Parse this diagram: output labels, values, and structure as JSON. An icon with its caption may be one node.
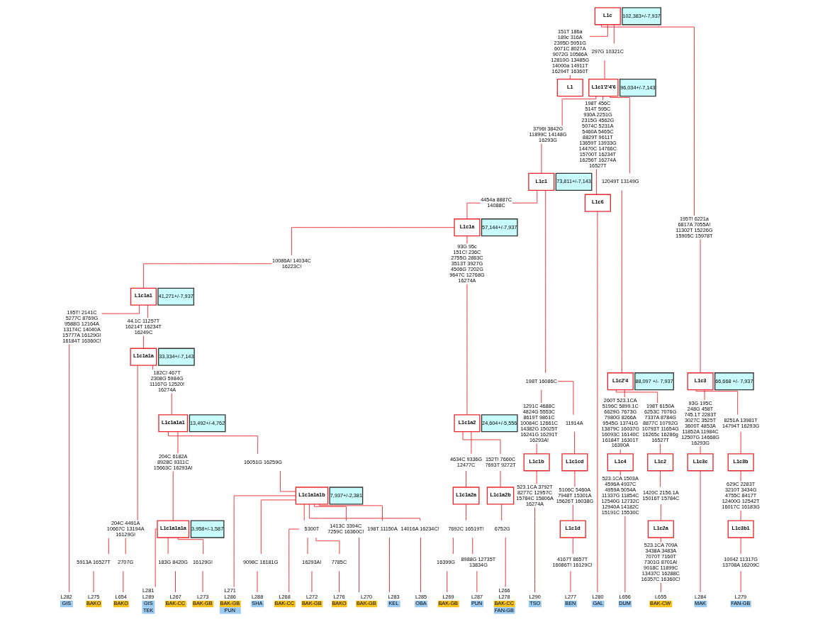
{
  "diagram": {
    "nodes": [
      {
        "text": [
          "L1c"
        ],
        "beside": [
          "102,383+/-7,937"
        ]
      },
      {
        "text": [
          "151T 186a 189c 316A 2395D 5951G 6071C 8027A 9072G 10586A 12810G 13485G 14000a 14911T 16294T 16360T"
        ]
      },
      {
        "text": [
          "L1"
        ]
      },
      {
        "text": [
          "297G 10321C"
        ]
      },
      {
        "text": [
          "L1c1'2'4'6"
        ],
        "beside": [
          "96,034+/-7,143"
        ]
      },
      {
        "text": [
          "3796t 3842G 11899C 14148G 16293G"
        ]
      },
      {
        "text": [
          "L1c1"
        ],
        "beside": [
          "73,811+/-7,143"
        ]
      },
      {
        "text": [
          "4454a 8887C 14088C"
        ]
      },
      {
        "text": [
          "L1c1a"
        ],
        "beside": [
          "57,144+/-7,937"
        ]
      },
      {
        "text": [
          "10086A! 14034C 16223C!"
        ]
      },
      {
        "text": [
          "L1c1a1"
        ],
        "beside": [
          "41,271+/-7,937"
        ]
      },
      {
        "text": [
          "195T! 2141C 5277C 8769G 9588G 12164A 13174C 14040A 15777A 16129G! 16184T 16360C!"
        ]
      },
      {
        "text": [
          "L282",
          "GIS"
        ]
      },
      {
        "text": [
          "44.1C 11257T 16214T 16234T 16249C"
        ]
      },
      {
        "text": [
          "L1c1a1a"
        ],
        "beside": [
          "33,334+/-7,143"
        ]
      },
      {
        "text": [
          "204C 4491A 10667C 13194A 16129G!"
        ]
      },
      {
        "text": [
          "5913A 16527T"
        ]
      },
      {
        "text": [
          "L275",
          "BAKO"
        ]
      },
      {
        "text": [
          "2707G"
        ]
      },
      {
        "text": [
          "L654",
          "BAKO"
        ]
      },
      {
        "text": [
          "182C! 467T 2308G 5984G 11167G 12520! 16274A"
        ]
      },
      {
        "text": [
          "L1c1a1a1"
        ],
        "beside": [
          "13,492+/-4,762"
        ]
      },
      {
        "text": [
          "204C 6182A 8928C 9311C 15663C 16293A!"
        ]
      },
      {
        "text": [
          "L1c1a1a1a"
        ],
        "beside": [
          "3,958+/-1,587"
        ]
      },
      {
        "text": [
          "L281",
          "L289",
          "GIS",
          "TEK"
        ]
      },
      {
        "text": [
          "183G 8420G"
        ]
      },
      {
        "text": [
          "L267",
          "BAK-CC"
        ]
      },
      {
        "text": [
          "16129G!"
        ]
      },
      {
        "text": [
          "L273",
          "BAK-GB"
        ]
      },
      {
        "text": [
          "16051G 16259G"
        ]
      },
      {
        "text": [
          "L1c1a1a1b"
        ],
        "beside": [
          "7,937+/-2,381"
        ]
      },
      {
        "text": [
          "L271",
          "L286",
          "BAK-GB",
          "PUN"
        ]
      },
      {
        "text": [
          "9098C 16181G"
        ]
      },
      {
        "text": [
          "L288",
          "SHA"
        ]
      },
      {
        "text": [
          "5300T"
        ]
      },
      {
        "text": [
          "L268",
          "BAK-CC"
        ]
      },
      {
        "text": [
          "16293A!"
        ]
      },
      {
        "text": [
          "L272",
          "BAK-GB"
        ]
      },
      {
        "text": [
          "7785C"
        ]
      },
      {
        "text": [
          "L276",
          "BAKO"
        ]
      },
      {
        "text": [
          "1413C 3394C 7259C 16360C!"
        ]
      },
      {
        "text": [
          "L270",
          "BAK-GB"
        ]
      },
      {
        "text": [
          "198T 11150A"
        ]
      },
      {
        "text": [
          "L283",
          "KEL"
        ]
      },
      {
        "text": [
          "14016A 16234C!"
        ]
      },
      {
        "text": [
          "L285",
          "OBA"
        ]
      },
      {
        "text": [
          "93G 95c 151C! 236C 2755G 2863C 3513T 3927G 4506G 7202G 9647C 12768G 16274A"
        ]
      },
      {
        "text": [
          "L1c1a2"
        ],
        "beside": [
          "24,604+/-5,556"
        ]
      },
      {
        "text": [
          "4634C 9336G 12477C"
        ]
      },
      {
        "text": [
          "L1c1a2a"
        ]
      },
      {
        "text": [
          "7692C 16519T!"
        ]
      },
      {
        "text": [
          "16399G"
        ]
      },
      {
        "text": [
          "L269",
          "BAK-GB"
        ]
      },
      {
        "text": [
          "8988G 12735T 13834G"
        ]
      },
      {
        "text": [
          "L287",
          "PUN"
        ]
      },
      {
        "text": [
          "152T! 7660C 7693T 9272T"
        ]
      },
      {
        "text": [
          "L1c1a2b"
        ]
      },
      {
        "text": [
          "6752G"
        ]
      },
      {
        "text": [
          "L266",
          "L278",
          "BAK-CC",
          "FAN-GB"
        ]
      },
      {
        "text": [
          "198T 16086C"
        ]
      },
      {
        "text": [
          "1291C 4688C 4824G 5553C 8619T 9861C 10084C 12661C 14382G 15025T 16241G 16291T 16293A!"
        ]
      },
      {
        "text": [
          "L1c1b"
        ]
      },
      {
        "text": [
          "523.1CA 3792T 8277C 12957C 15784C 15806A 16274A"
        ]
      },
      {
        "text": [
          "L290",
          "TSO"
        ]
      },
      {
        "text": [
          "11914A"
        ]
      },
      {
        "text": [
          "L1c1cd"
        ]
      },
      {
        "text": [
          "5106C 5460A 7948T 15301A 15626T 16038G"
        ]
      },
      {
        "text": [
          "L1c1d"
        ]
      },
      {
        "text": [
          "4167T 8657T 16086T! 16129C!"
        ]
      },
      {
        "text": [
          "L277",
          "BEN"
        ]
      },
      {
        "text": [
          "198T 456C 514T 595C 930A 2251G 2315G 4562G 5074C 5231A 5460A 5465C 8829T 9611T 13659T 13933G 14470C 14766C 15700T 16234T 16256T 16274A 16527T"
        ]
      },
      {
        "text": [
          "L1c6"
        ]
      },
      {
        "text": [
          "L280",
          "GAL"
        ]
      },
      {
        "text": [
          "12049T 13149G"
        ]
      },
      {
        "text": [
          "L1c2'4"
        ],
        "beside": [
          "88,097 +/- 7,937"
        ]
      },
      {
        "text": [
          "260T 523.1CA 5196C 5899.1C 6629G 7673G 7980G 8266A 9545G 13741G 13879C 16037G 16093C 16140C 16184T 16301T 16390A"
        ]
      },
      {
        "text": [
          "L1c4"
        ]
      },
      {
        "text": [
          "523.1CA 1503A 4596A 4937C 4959A 5054A 11337G 11854C 12540G 12732C 12940A 14182C 15191C 15530C"
        ]
      },
      {
        "text": [
          "L656",
          "DUM"
        ]
      },
      {
        "text": [
          "198T 6150A 6253C 7076G 7337A 8784G 8877C 10792G 10793T 11654G 16265c 16286g 16527T"
        ]
      },
      {
        "text": [
          "L1c2"
        ]
      },
      {
        "text": [
          "1420C 2156.1A 15016T 15784C"
        ]
      },
      {
        "text": [
          "L1c2a"
        ]
      },
      {
        "text": [
          "523.1CA 709A 3438A 3483A 7070T 7160T 7301G 8701A! 9018C 11899C 13437C 16288C 16357C 16360C!"
        ]
      },
      {
        "text": [
          "L655",
          "BAK-CW"
        ]
      },
      {
        "text": [
          "195T! 6221a 6817A 7055A! 11302T 15226G 15905C 15978T"
        ]
      },
      {
        "text": [
          "L1c3"
        ],
        "beside": [
          "66,668 +/- 7,937"
        ]
      },
      {
        "text": [
          "93G 195C 248G 458T 745.1T 2283T 3027C 3525T 3600T 4853A 11852A 11984C 12507G 14668G 16293G"
        ]
      },
      {
        "text": [
          "L1c3c"
        ]
      },
      {
        "text": [
          "L284",
          "MAK"
        ]
      },
      {
        "text": [
          "8251A 13981T 14794T 16293G"
        ]
      },
      {
        "text": [
          "L1c3b"
        ]
      },
      {
        "text": [
          "629C 2283T 3210T 3434G 4755C 8417T 12400G 12542T 16017C 16183G"
        ]
      },
      {
        "text": [
          "L1c3b1"
        ]
      },
      {
        "text": [
          "10042 11317G 13708A 16209C"
        ]
      },
      {
        "text": [
          "L279",
          "FAN-GB"
        ]
      }
    ],
    "edges": [
      {
        "from": 0,
        "to": 1,
        "arrow": "none"
      },
      {
        "from": 1,
        "to": 2,
        "arrow": "none"
      },
      {
        "from": 0,
        "to": 3,
        "arrow": "none"
      },
      {
        "from": 3,
        "to": 4,
        "arrow": "none"
      },
      {
        "from": 4,
        "to": 5,
        "arrow": "none"
      },
      {
        "from": 5,
        "to": 6,
        "arrow": "none"
      },
      {
        "from": 6,
        "to": 7,
        "arrow": "none"
      },
      {
        "from": 7,
        "to": 8,
        "arrow": "none"
      },
      {
        "from": 8,
        "to": 9,
        "arrow": "none"
      },
      {
        "from": 9,
        "to": 10,
        "arrow": "none"
      },
      {
        "from": 10,
        "to": 11,
        "arrow": "none"
      },
      {
        "from": 11,
        "to": 12,
        "arrow": "none"
      },
      {
        "from": 10,
        "to": 13,
        "arrow": "none"
      },
      {
        "from": 13,
        "to": 14,
        "arrow": "none"
      },
      {
        "from": 14,
        "to": 15,
        "arrow": "none"
      },
      {
        "from": 15,
        "to": 16,
        "arrow": "none"
      },
      {
        "from": 16,
        "to": 17,
        "arrow": "none"
      },
      {
        "from": 15,
        "to": 18,
        "arrow": "none"
      },
      {
        "from": 18,
        "to": 19,
        "arrow": "none"
      },
      {
        "from": 14,
        "to": 20,
        "arrow": "none"
      },
      {
        "from": 20,
        "to": 21,
        "arrow": "none"
      },
      {
        "from": 21,
        "to": 22,
        "arrow": "none"
      },
      {
        "from": 22,
        "to": 23,
        "arrow": "none"
      },
      {
        "from": 23,
        "to": 24,
        "arrow": "none"
      },
      {
        "from": 23,
        "to": 25,
        "arrow": "none"
      },
      {
        "from": 25,
        "to": 26,
        "arrow": "none"
      },
      {
        "from": 23,
        "to": 27,
        "arrow": "none"
      },
      {
        "from": 27,
        "to": 28,
        "arrow": "none"
      },
      {
        "from": 21,
        "to": 29,
        "arrow": "none"
      },
      {
        "from": 29,
        "to": 30,
        "arrow": "none"
      },
      {
        "from": 30,
        "to": 31,
        "arrow": "none"
      },
      {
        "from": 30,
        "to": 32,
        "arrow": "none"
      },
      {
        "from": 32,
        "to": 33,
        "arrow": "none"
      },
      {
        "from": 30,
        "to": 34,
        "arrow": "none"
      },
      {
        "from": 34,
        "to": 35,
        "arrow": "none"
      },
      {
        "from": 34,
        "to": 36,
        "arrow": "none"
      },
      {
        "from": 36,
        "to": 37,
        "arrow": "none"
      },
      {
        "from": 34,
        "to": 38,
        "arrow": "none"
      },
      {
        "from": 38,
        "to": 39,
        "arrow": "none"
      },
      {
        "from": 30,
        "to": 40,
        "arrow": "none"
      },
      {
        "from": 40,
        "to": 41,
        "arrow": "none"
      },
      {
        "from": 30,
        "to": 42,
        "arrow": "none"
      },
      {
        "from": 42,
        "to": 43,
        "arrow": "none"
      },
      {
        "from": 30,
        "to": 44,
        "arrow": "none"
      },
      {
        "from": 44,
        "to": 45,
        "arrow": "none"
      },
      {
        "from": 8,
        "to": 46,
        "arrow": "none"
      },
      {
        "from": 46,
        "to": 47,
        "arrow": "none"
      },
      {
        "from": 47,
        "to": 48,
        "arrow": "none"
      },
      {
        "from": 48,
        "to": 49,
        "arrow": "none"
      },
      {
        "from": 49,
        "to": 50,
        "arrow": "none"
      },
      {
        "from": 50,
        "to": 51,
        "arrow": "none"
      },
      {
        "from": 51,
        "to": 52,
        "arrow": "none"
      },
      {
        "from": 50,
        "to": 53,
        "arrow": "none"
      },
      {
        "from": 53,
        "to": 54,
        "arrow": "none"
      },
      {
        "from": 47,
        "to": 55,
        "arrow": "none"
      },
      {
        "from": 55,
        "to": 56,
        "arrow": "none"
      },
      {
        "from": 56,
        "to": 57,
        "arrow": "none"
      },
      {
        "from": 57,
        "to": 58,
        "arrow": "none"
      },
      {
        "from": 6,
        "to": 59,
        "arrow": "none"
      },
      {
        "from": 59,
        "to": 60,
        "arrow": "none"
      },
      {
        "from": 60,
        "to": 61,
        "arrow": "none"
      },
      {
        "from": 61,
        "to": 62,
        "arrow": "none"
      },
      {
        "from": 62,
        "to": 63,
        "arrow": "none"
      },
      {
        "from": 59,
        "to": 64,
        "arrow": "none"
      },
      {
        "from": 64,
        "to": 65,
        "arrow": "none"
      },
      {
        "from": 65,
        "to": 66,
        "arrow": "none"
      },
      {
        "from": 66,
        "to": 67,
        "arrow": "none"
      },
      {
        "from": 67,
        "to": 68,
        "arrow": "none"
      },
      {
        "from": 68,
        "to": 69,
        "arrow": "none"
      },
      {
        "from": 4,
        "to": 70,
        "arrow": "none"
      },
      {
        "from": 70,
        "to": 71,
        "arrow": "none"
      },
      {
        "from": 71,
        "to": 72,
        "arrow": "none"
      },
      {
        "from": 4,
        "to": 73,
        "arrow": "none"
      },
      {
        "from": 73,
        "to": 74,
        "arrow": "none"
      },
      {
        "from": 74,
        "to": 75,
        "arrow": "none"
      },
      {
        "from": 75,
        "to": 76,
        "arrow": "none"
      },
      {
        "from": 76,
        "to": 77,
        "arrow": "none"
      },
      {
        "from": 77,
        "to": 78,
        "arrow": "none"
      },
      {
        "from": 74,
        "to": 79,
        "arrow": "none"
      },
      {
        "from": 79,
        "to": 80,
        "arrow": "none"
      },
      {
        "from": 80,
        "to": 81,
        "arrow": "none"
      },
      {
        "from": 81,
        "to": 82,
        "arrow": "none"
      },
      {
        "from": 82,
        "to": 83,
        "arrow": "none"
      },
      {
        "from": 83,
        "to": 84,
        "arrow": "none"
      },
      {
        "from": 0,
        "to": 85,
        "arrow": "none"
      },
      {
        "from": 85,
        "to": 86,
        "arrow": "none"
      },
      {
        "from": 86,
        "to": 87,
        "arrow": "none"
      },
      {
        "from": 87,
        "to": 88,
        "arrow": "none"
      },
      {
        "from": 88,
        "to": 89,
        "arrow": "none"
      },
      {
        "from": 86,
        "to": 90,
        "arrow": "none"
      },
      {
        "from": 90,
        "to": 91,
        "arrow": "none"
      },
      {
        "from": 91,
        "to": 92,
        "arrow": "none"
      },
      {
        "from": 92,
        "to": 93,
        "arrow": "none"
      },
      {
        "from": 93,
        "to": 94,
        "arrow": "none"
      },
      {
        "from": 94,
        "to": 95,
        "arrow": "none"
      }
    ]
  }
}
